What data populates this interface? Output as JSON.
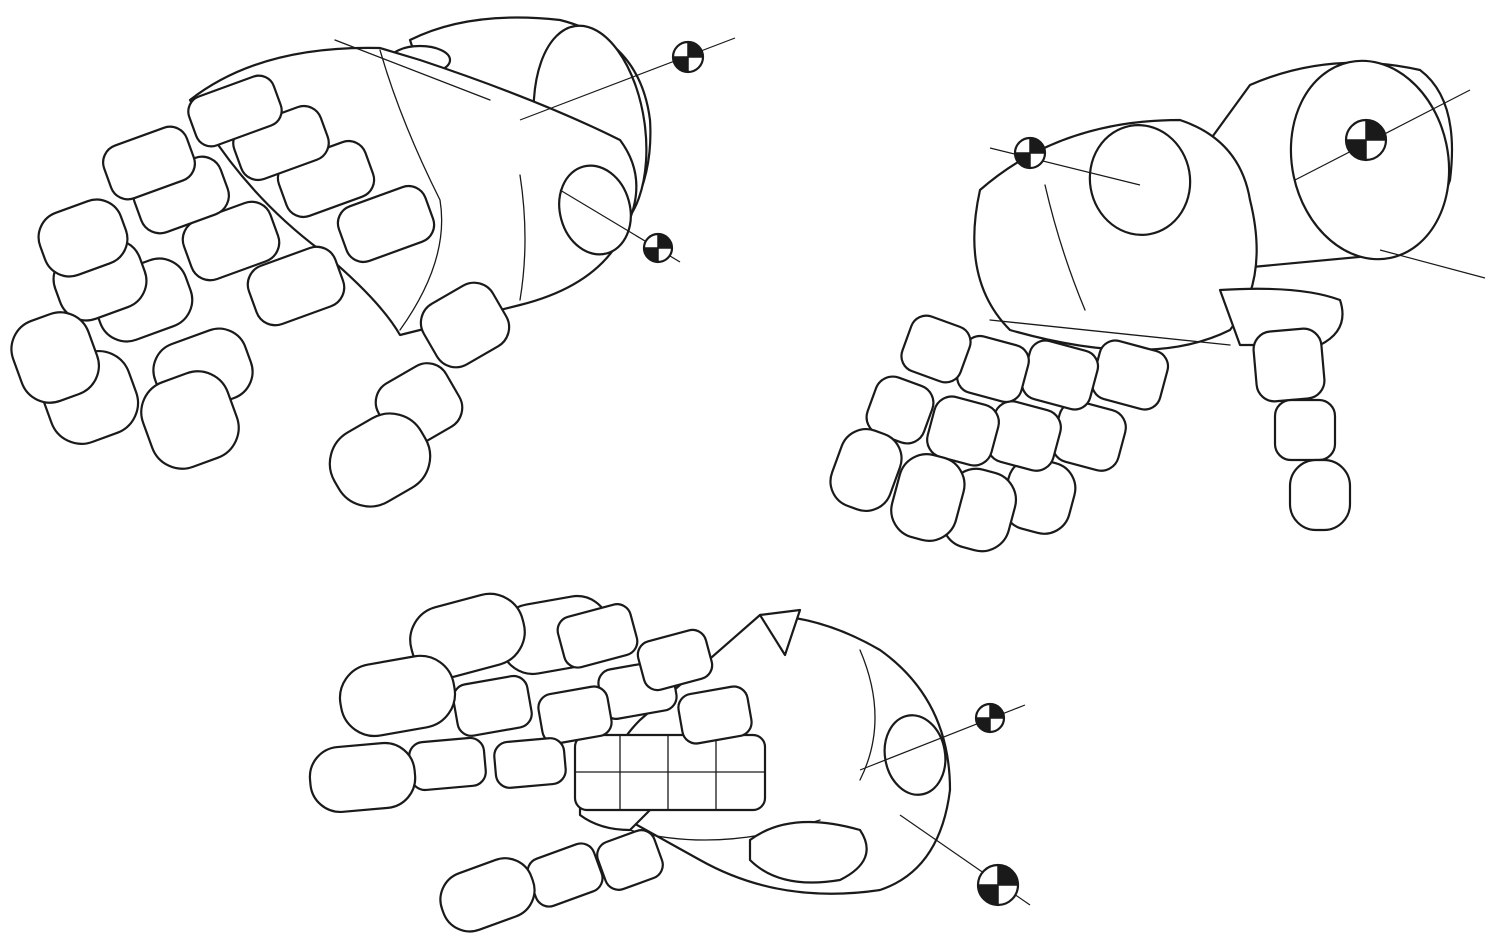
{
  "figure": {
    "views": [
      {
        "id": "view-top-left",
        "subject": "robot-hand"
      },
      {
        "id": "view-top-right",
        "subject": "robot-hand"
      },
      {
        "id": "view-bottom",
        "subject": "robot-hand"
      }
    ],
    "colors": {
      "background": "#ffffff",
      "ink": "#1a1a1a"
    }
  }
}
